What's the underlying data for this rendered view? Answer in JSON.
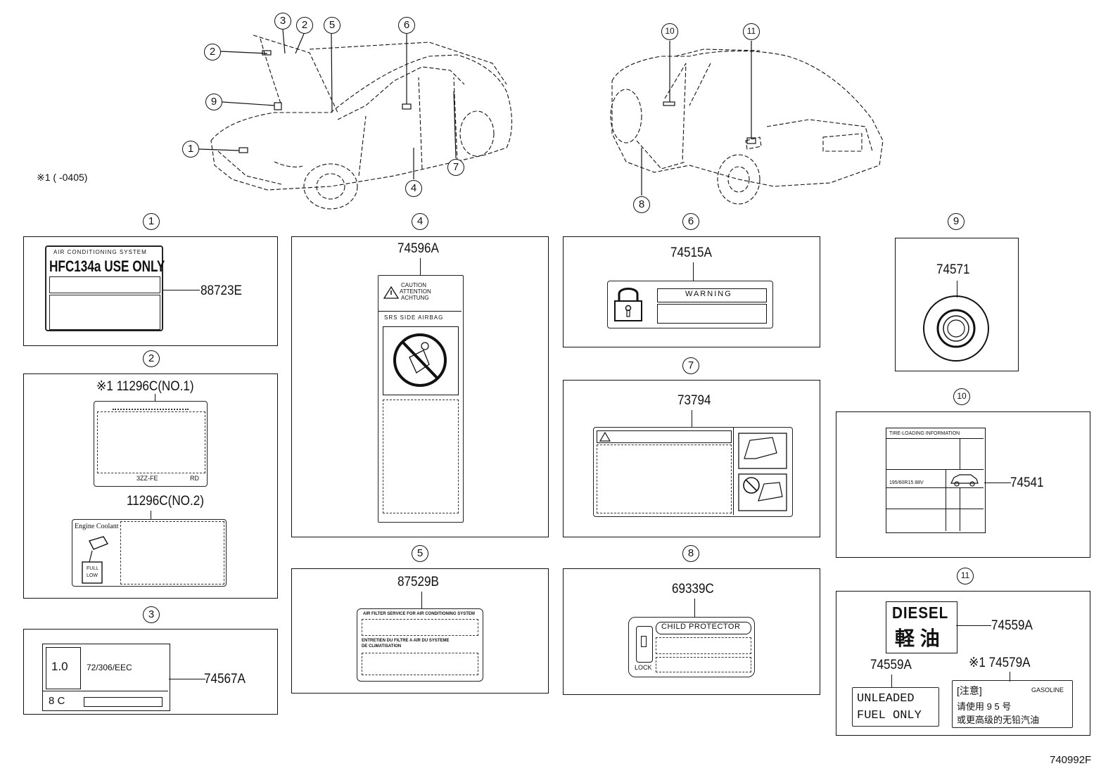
{
  "note": "※1 (      -0405)",
  "drawing_code": "740992F",
  "callouts": {
    "c1": "1",
    "c2": "2",
    "c3": "3",
    "c4": "4",
    "c5": "5",
    "c6": "6",
    "c7": "7",
    "c8": "8",
    "c9": "9",
    "c10": "10",
    "c11": "11"
  },
  "panels": {
    "p1": {
      "num": "1",
      "part": "88723E",
      "header": "AIR CONDITIONING SYSTEM",
      "main": "HFC134a USE ONLY"
    },
    "p2": {
      "num": "2",
      "part1": "※1 11296C(NO.1)",
      "part2": "11296C(NO.2)",
      "engine": "3ZZ-FE",
      "rd": "RD",
      "coolant": "Engine Coolant",
      "full": "FULL",
      "low": "LOW"
    },
    "p3": {
      "num": "3",
      "part": "74567A",
      "val": "1.0",
      "code": "72/306/EEC",
      "bottom": "8 C"
    },
    "p4": {
      "num": "4",
      "part": "74596A",
      "caution1": "CAUTION",
      "caution2": "ATTENTION",
      "caution3": "ACHTUNG",
      "srs": "SRS SIDE AIRBAG"
    },
    "p5": {
      "num": "5",
      "part": "87529B",
      "line1": "AIR FILTER SERVICE FOR AIR CONDITIONING SYSTEM",
      "line2": "ENTRETIEN DU FILTRE A AIR DU SYSTEME",
      "line3": "DE CLIMATISATION"
    },
    "p6": {
      "num": "6",
      "part": "74515A",
      "warning": "WARNING"
    },
    "p7": {
      "num": "7",
      "part": "73794"
    },
    "p8": {
      "num": "8",
      "part": "69339C",
      "child": "CHILD PROTECTOR",
      "lock": "LOCK"
    },
    "p9": {
      "num": "9",
      "part": "74571"
    },
    "p10": {
      "num": "10",
      "part": "74541",
      "header": "TIRE-LOADING INFORMATION",
      "tire": "195/60R15 88V"
    },
    "p11": {
      "num": "11",
      "part1": "74559A",
      "part2": "74559A",
      "part3": "※1 74579A",
      "diesel": "DIESEL",
      "kanji": "軽 油",
      "unleaded1": "UNLEADED",
      "unleaded2": "FUEL  ONLY",
      "attention": "[注意]",
      "gasoline": "GASOLINE",
      "cn1": "请使用 9 5 号",
      "cn2": "或更高级的无铅汽油"
    }
  }
}
